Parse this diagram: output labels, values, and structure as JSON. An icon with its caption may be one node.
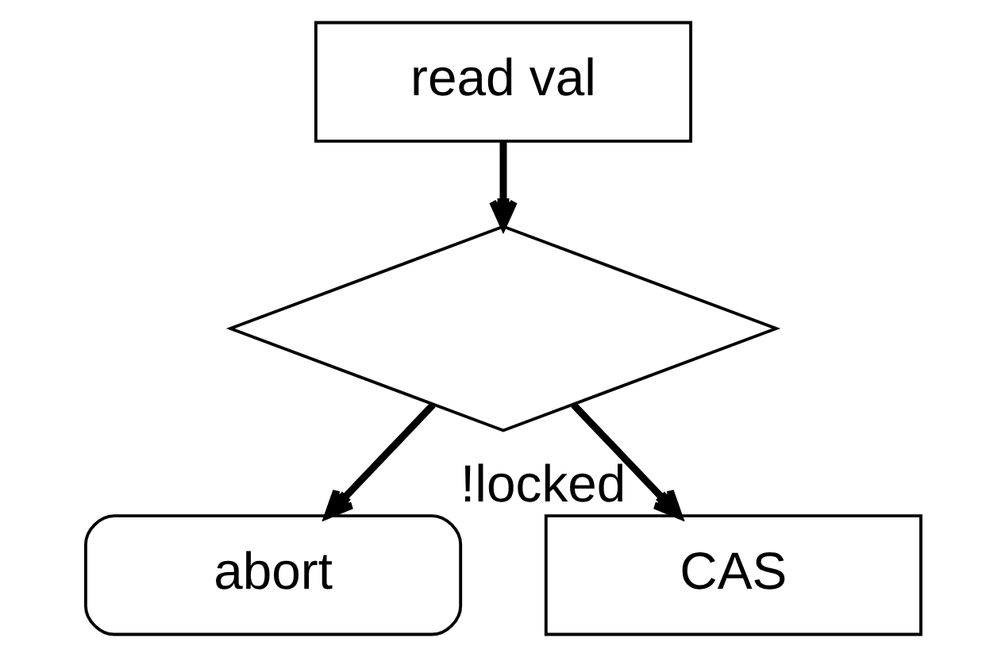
{
  "diagram": {
    "nodes": [
      {
        "text": [
          "read val"
        ]
      },
      {
        "text": [],
        "shape": "diamond"
      },
      {
        "text": [
          "abort"
        ]
      },
      {
        "text": [
          "CAS"
        ]
      }
    ],
    "edges": [
      {
        "from": 0,
        "to": 1,
        "arrow": "to"
      },
      {
        "from": 1,
        "to": 2,
        "arrow": "to"
      },
      {
        "from": 1,
        "to": 3,
        "arrow": "to",
        "label": "!locked"
      }
    ]
  }
}
